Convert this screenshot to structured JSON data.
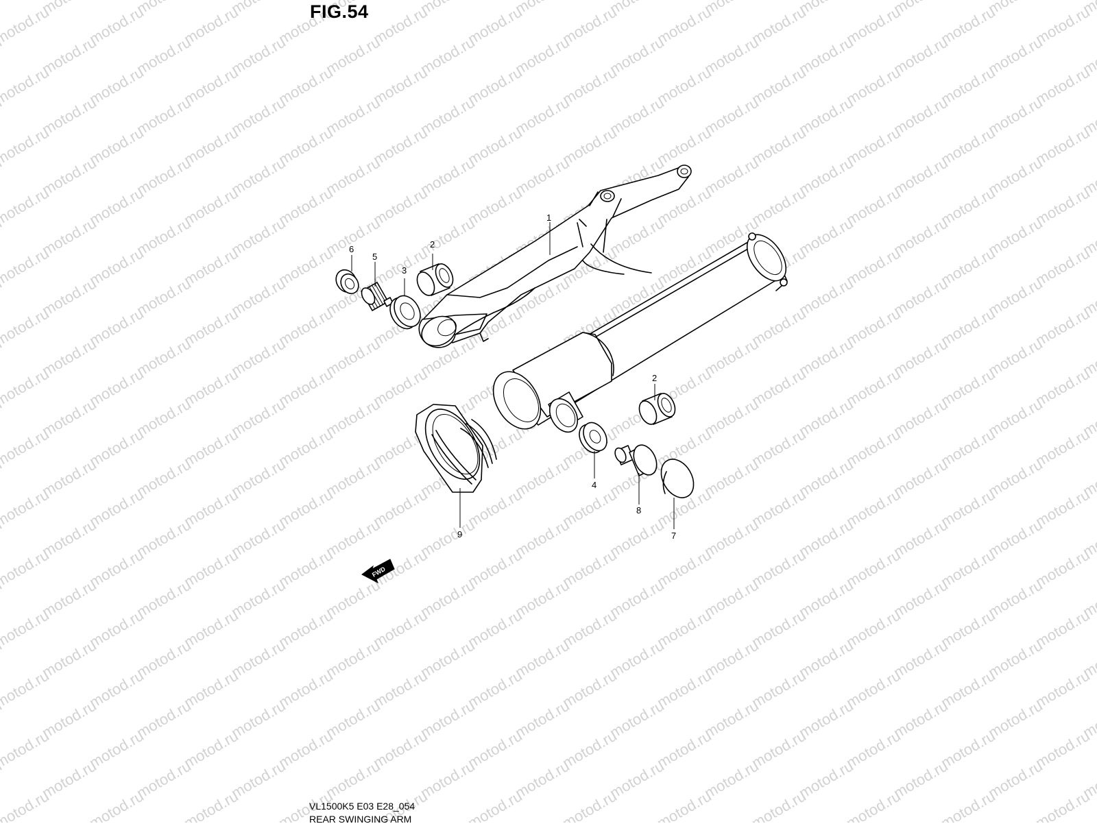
{
  "figure": {
    "title": "FIG.54"
  },
  "watermark": {
    "text": "motod.ru",
    "color": "#d2d2d2"
  },
  "diagram": {
    "part_callouts": [
      {
        "label": "1",
        "part": "swingarm"
      },
      {
        "label": "2",
        "part": "bearing-upper"
      },
      {
        "label": "3",
        "part": "bearing-ball"
      },
      {
        "label": "4",
        "part": "spacer"
      },
      {
        "label": "5",
        "part": "bolt"
      },
      {
        "label": "6",
        "part": "nut"
      },
      {
        "label": "7",
        "part": "cap"
      },
      {
        "label": "8",
        "part": "plug"
      },
      {
        "label": "9",
        "part": "boot"
      },
      {
        "label": "2",
        "part": "bearing-lower"
      }
    ],
    "fwd_arrow": {
      "text": "FWD"
    }
  },
  "footer": {
    "model_code": "VL1500K5 E03 E28_054",
    "section_name": "REAR SWINGING ARM"
  }
}
